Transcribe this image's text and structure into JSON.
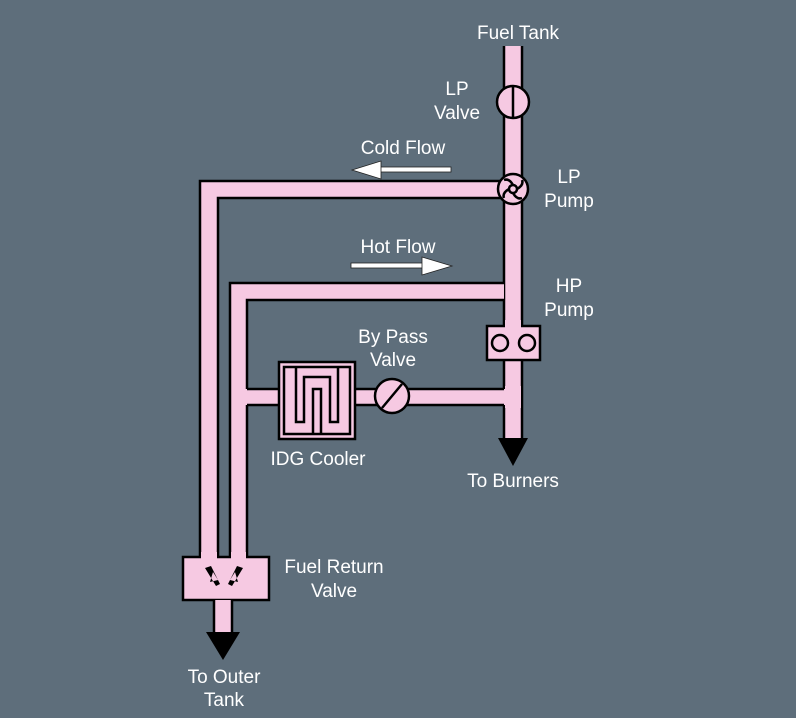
{
  "diagram": {
    "title": "Fuel system cold/hot flow schematic",
    "colors": {
      "background": "#5e6e7b",
      "pipe": "#f6c9e2",
      "outline": "#000000",
      "text": "#ffffff"
    },
    "labels": {
      "fuel_tank": "Fuel Tank",
      "lp_valve_1": "LP",
      "lp_valve_2": "Valve",
      "lp_pump_1": "LP",
      "lp_pump_2": "Pump",
      "cold_flow": "Cold Flow",
      "hot_flow": "Hot Flow",
      "hp_pump_1": "HP",
      "hp_pump_2": "Pump",
      "bypass_valve_1": "By Pass",
      "bypass_valve_2": "Valve",
      "idg_cooler": "IDG Cooler",
      "to_burners": "To Burners",
      "fuel_return_valve_1": "Fuel Return",
      "fuel_return_valve_2": "Valve",
      "to_outer_tank_1": "To Outer",
      "to_outer_tank_2": "Tank"
    },
    "components": [
      {
        "id": "lp-valve",
        "type": "valve"
      },
      {
        "id": "lp-pump",
        "type": "pump"
      },
      {
        "id": "hp-pump",
        "type": "pump"
      },
      {
        "id": "bypass-valve",
        "type": "valve"
      },
      {
        "id": "idg-cooler",
        "type": "heat-exchanger"
      },
      {
        "id": "fuel-return-valve",
        "type": "valve"
      }
    ],
    "flows": [
      {
        "name": "Cold Flow",
        "direction": "left"
      },
      {
        "name": "Hot Flow",
        "direction": "right"
      }
    ]
  }
}
